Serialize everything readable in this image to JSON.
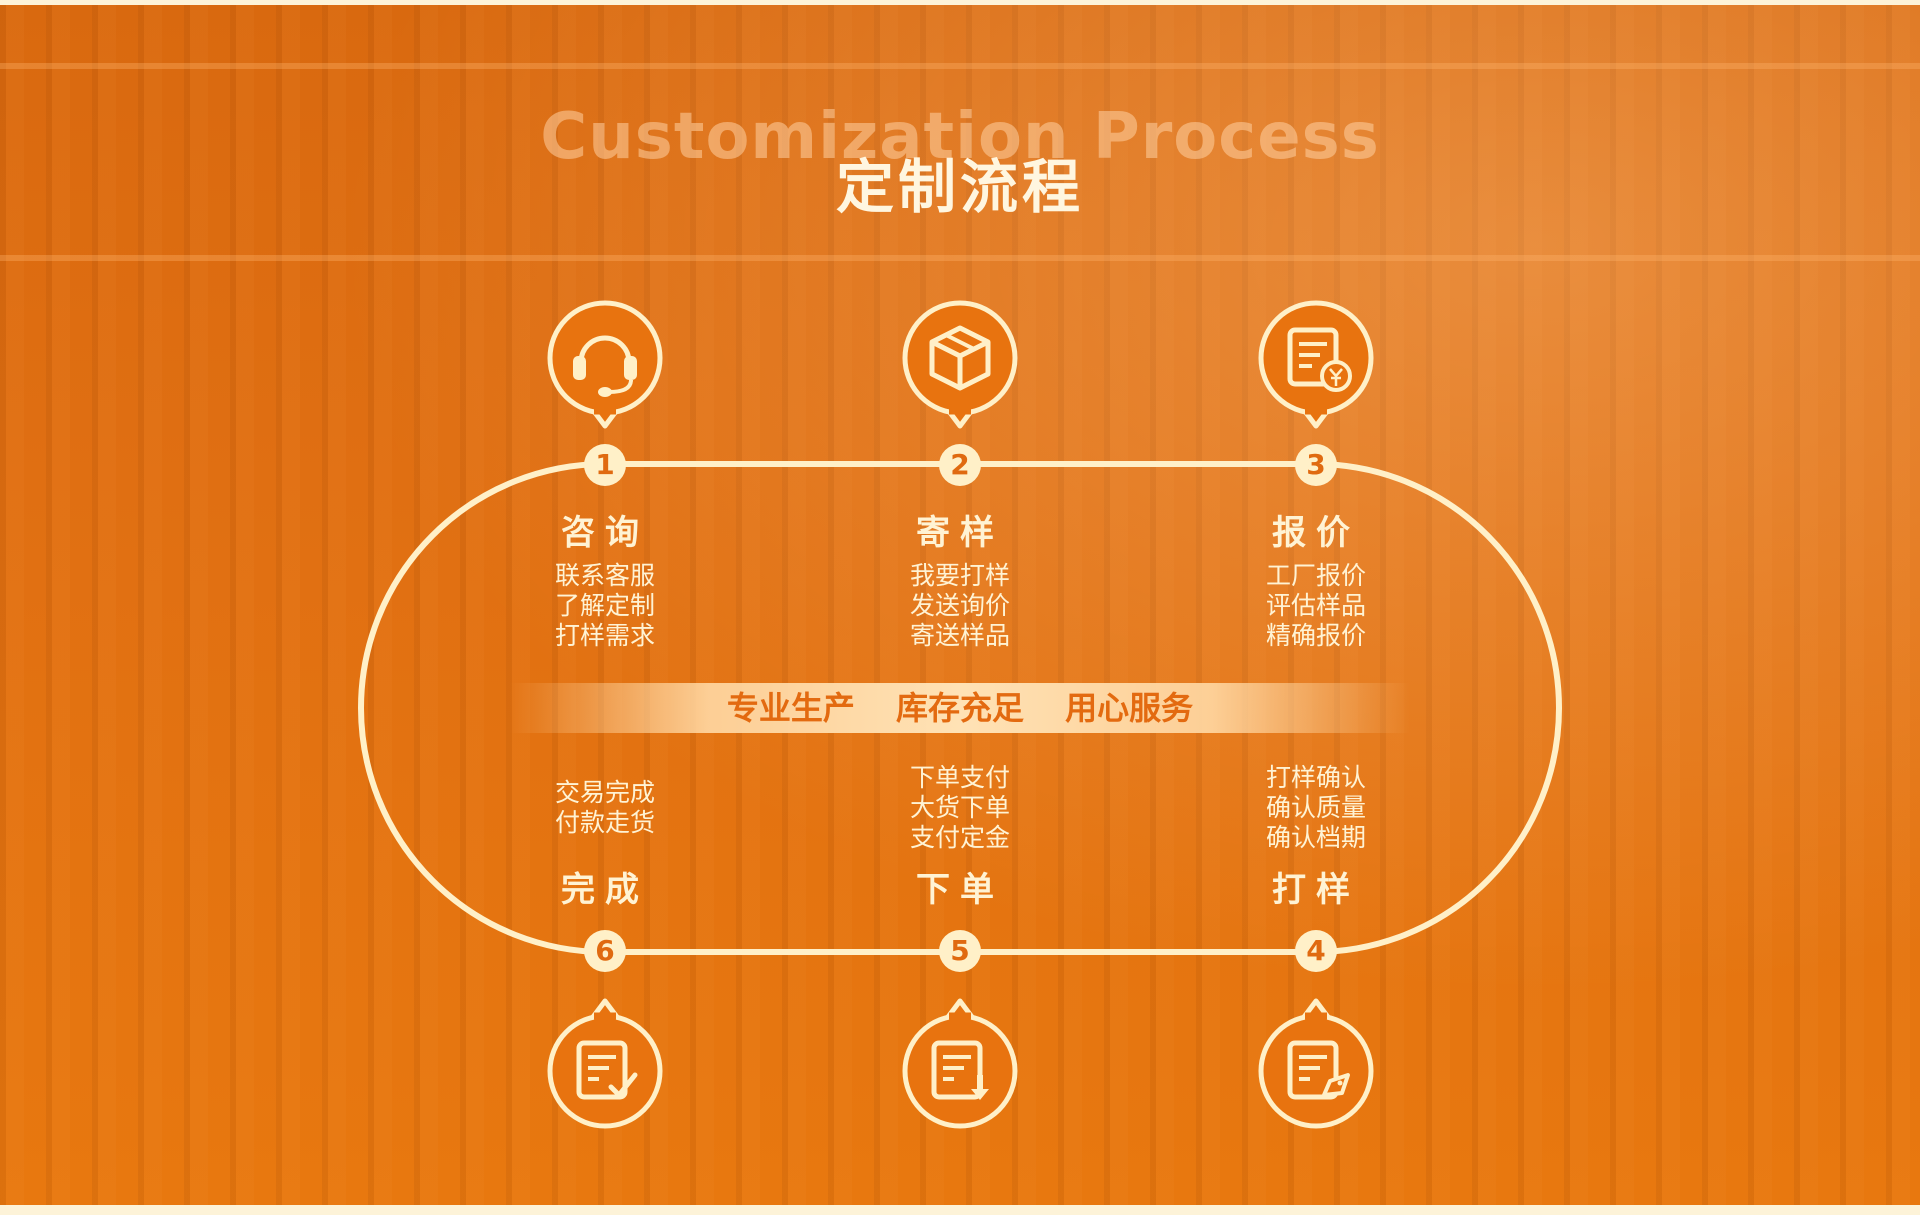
{
  "title_en": "Customization Process",
  "title_zh": "定制流程",
  "banner": [
    "专业生产",
    "库存充足",
    "用心服务"
  ],
  "colors": {
    "accent": "#e06f12",
    "cream": "#fff3d4"
  },
  "steps": [
    {
      "num": "1",
      "title": "咨询",
      "icon": "headset-icon",
      "lines": [
        "联系客服",
        "了解定制",
        "打样需求"
      ]
    },
    {
      "num": "2",
      "title": "寄样",
      "icon": "box-icon",
      "lines": [
        "我要打样",
        "发送询价",
        "寄送样品"
      ]
    },
    {
      "num": "3",
      "title": "报价",
      "icon": "quote-document-icon",
      "lines": [
        "工厂报价",
        "评估样品",
        "精确报价"
      ]
    },
    {
      "num": "4",
      "title": "打样",
      "icon": "sample-document-icon",
      "lines": [
        "打样确认",
        "确认质量",
        "确认档期"
      ]
    },
    {
      "num": "5",
      "title": "下单",
      "icon": "order-download-icon",
      "lines": [
        "下单支付",
        "大货下单",
        "支付定金"
      ]
    },
    {
      "num": "6",
      "title": "完成",
      "icon": "checked-document-icon",
      "lines": [
        "交易完成",
        "付款走货"
      ]
    }
  ]
}
